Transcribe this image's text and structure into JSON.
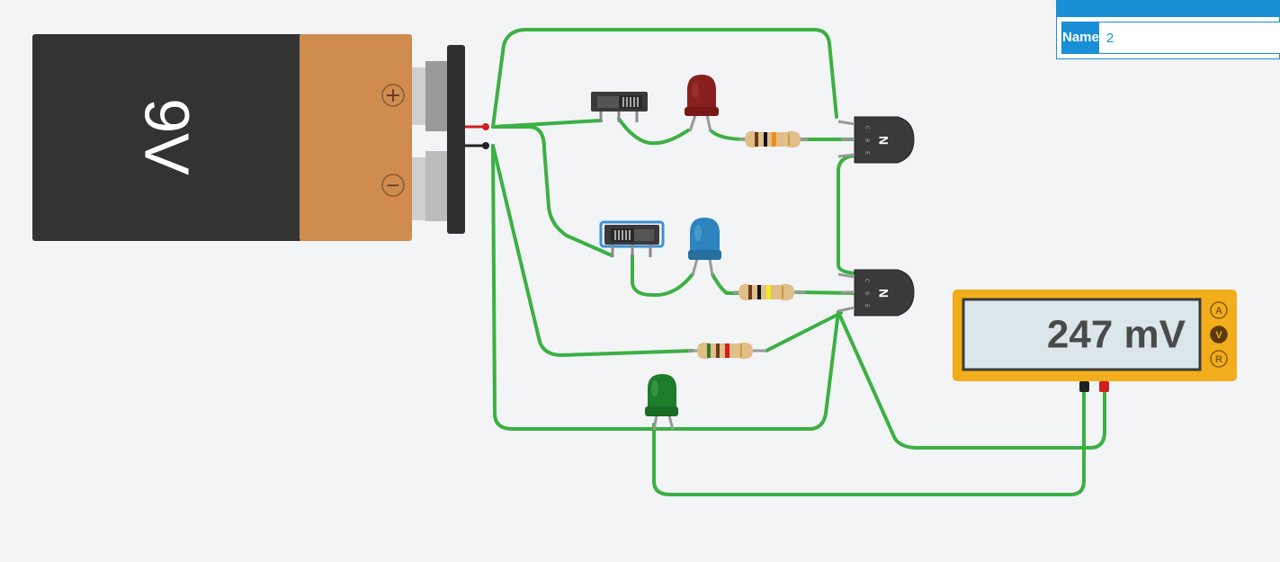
{
  "battery": {
    "label": "9V",
    "plus_symbol": "+",
    "minus_symbol": "−"
  },
  "multimeter": {
    "reading": "247 mV",
    "modes": [
      "A",
      "V",
      "R"
    ],
    "selected_mode": "V"
  },
  "transistors": [
    {
      "label": "N",
      "pins": [
        "C",
        "B",
        "E"
      ]
    },
    {
      "label": "N",
      "pins": [
        "C",
        "B",
        "E"
      ]
    }
  ],
  "leds": [
    "red",
    "blue",
    "green"
  ],
  "properties_panel": {
    "name_label": "Name",
    "name_value": "2"
  },
  "colors": {
    "wire": "#3cb043",
    "battery_body": "#333333",
    "battery_copper": "#d08b4f",
    "meter_body": "#f1ad1b",
    "meter_screen": "#dbe6ea",
    "panel_accent": "#1a8fd6"
  }
}
